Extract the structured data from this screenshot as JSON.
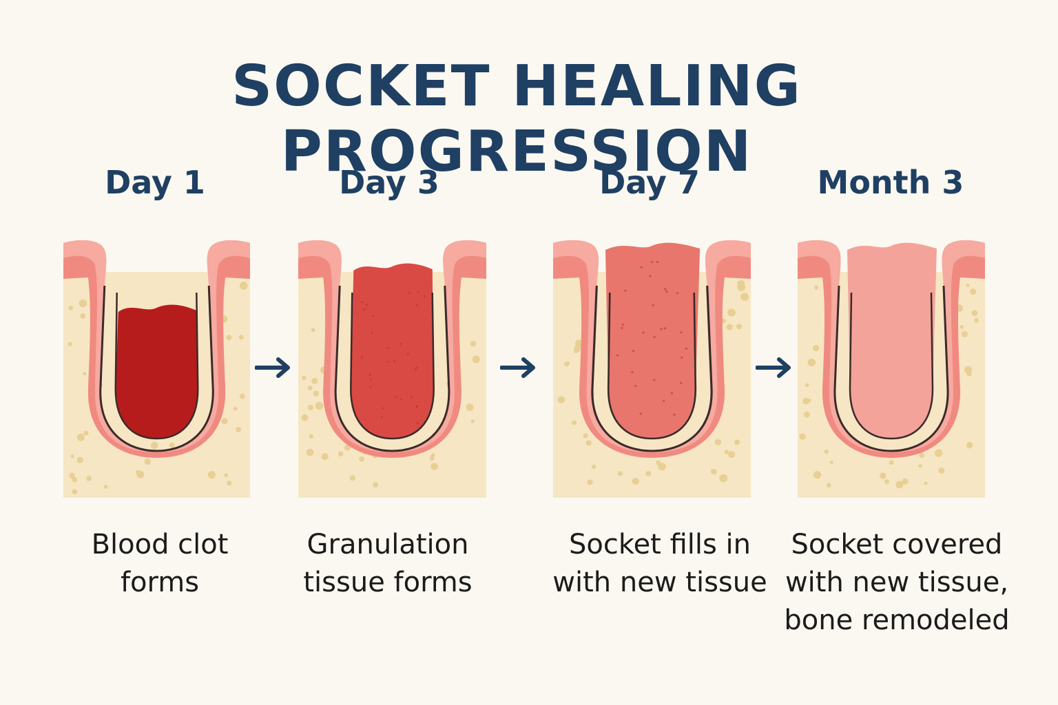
{
  "title": "SOCKET HEALING PROGRESSION",
  "colors": {
    "title": "#1f3f63",
    "bone": "#f6e6c4",
    "bone_spot": "#e8cf94",
    "gum": "#f08a80",
    "gum_light": "#f6aaa0",
    "outline": "#3b2a2a"
  },
  "stages": [
    {
      "label": "Day 1",
      "description": [
        "Blood clot",
        "forms"
      ],
      "fill_color": "#b71c1c",
      "fill_level": "partial"
    },
    {
      "label": "Day 3",
      "description": [
        "Granulation",
        "tissue forms"
      ],
      "fill_color": "#d94a45",
      "fill_level": "most"
    },
    {
      "label": "Day 7",
      "description": [
        "Socket fills in",
        "with new tissue"
      ],
      "fill_color": "#e8766c",
      "fill_level": "full"
    },
    {
      "label": "Month 3",
      "description": [
        "Socket covered",
        "with new tissue,",
        "bone remodeled"
      ],
      "fill_color": "#f4a39a",
      "fill_level": "full"
    }
  ],
  "arrow_icon": "arrow-right-icon"
}
